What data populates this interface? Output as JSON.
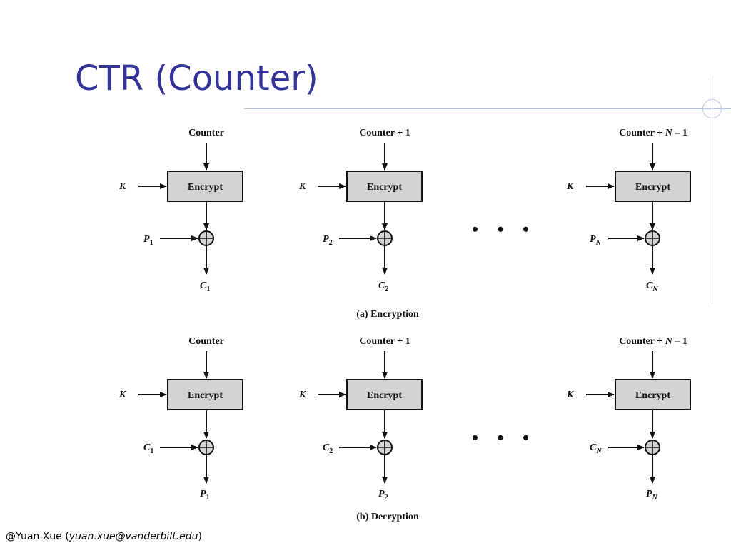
{
  "slide": {
    "title": "CTR (Counter)",
    "footer": {
      "prefix": "@Yuan Xue (",
      "email": "yuan.xue@vanderbilt.edu",
      "suffix": ")"
    }
  },
  "diagram": {
    "block_label": "Encrypt",
    "ellipsis": "• • •",
    "encryption": {
      "caption": "(a) Encryption",
      "columns": [
        {
          "counter": "Counter",
          "key": "K",
          "in_base": "P",
          "in_sub": "1",
          "out_base": "C",
          "out_sub": "1"
        },
        {
          "counter": "Counter + 1",
          "key": "K",
          "in_base": "P",
          "in_sub": "2",
          "out_base": "C",
          "out_sub": "2"
        },
        {
          "counter_pre": "Counter + ",
          "counter_var": "N",
          "counter_post": " – 1",
          "key": "K",
          "in_base": "P",
          "in_sub": "N",
          "out_base": "C",
          "out_sub": "N"
        }
      ]
    },
    "decryption": {
      "caption": "(b) Decryption",
      "columns": [
        {
          "counter": "Counter",
          "key": "K",
          "in_base": "C",
          "in_sub": "1",
          "out_base": "P",
          "out_sub": "1"
        },
        {
          "counter": "Counter + 1",
          "key": "K",
          "in_base": "C",
          "in_sub": "2",
          "out_base": "P",
          "out_sub": "2"
        },
        {
          "counter_pre": "Counter + ",
          "counter_var": "N",
          "counter_post": " – 1",
          "key": "K",
          "in_base": "C",
          "in_sub": "N",
          "out_base": "P",
          "out_sub": "N"
        }
      ]
    }
  },
  "colors": {
    "title": "#333399",
    "block_fill": "#d3d3d3",
    "decor_line": "#b8c4e6"
  }
}
